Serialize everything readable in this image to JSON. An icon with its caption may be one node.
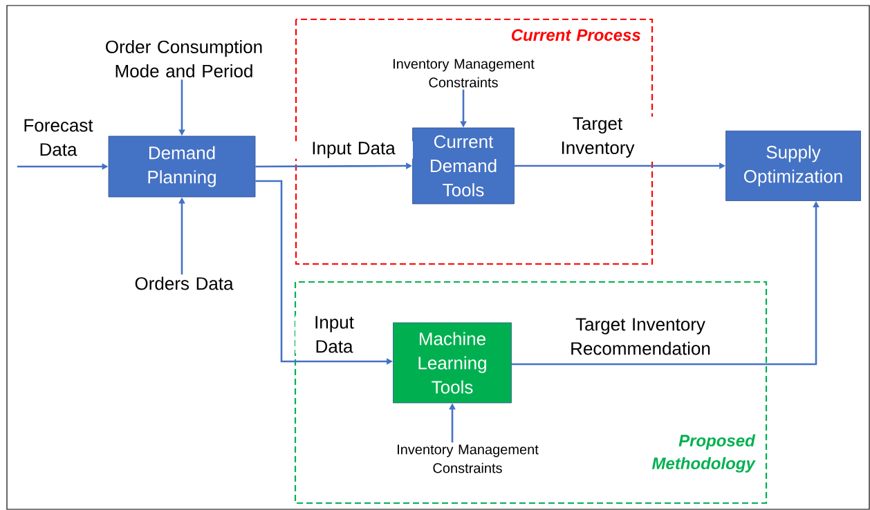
{
  "diagram": {
    "nodes": [
      {
        "text": [
          "Order Consumption Mode and Period"
        ]
      },
      {
        "text": [
          "Demand Planning"
        ]
      },
      {
        "text": [
          "Orders Data"
        ]
      },
      {
        "text": [
          "Current Process"
        ]
      },
      {
        "text": [
          "Inventory Management Constraints"
        ],
        "in": 3
      },
      {
        "text": [
          "Current Demand Tools"
        ],
        "in": 3
      },
      {
        "text": [
          "Supply Optimization"
        ]
      },
      {
        "text": [
          "Proposed Methodology"
        ]
      },
      {
        "text": [
          "Machine Learning Tools"
        ],
        "in": 7
      },
      {
        "text": [
          "Inventory Management Constraints"
        ],
        "in": 7
      }
    ],
    "edges": [
      {
        "from": null,
        "to": 1,
        "arrow": "to",
        "label": "Forecast Data"
      },
      {
        "from": 0,
        "to": 1,
        "arrow": "to"
      },
      {
        "from": 2,
        "to": 1,
        "arrow": "to"
      },
      {
        "from": 1,
        "to": 5,
        "arrow": "to",
        "label": "Input Data"
      },
      {
        "from": 5,
        "to": 6,
        "arrow": "to",
        "label": "Target Inventory"
      },
      {
        "from": 1,
        "to": 8,
        "arrow": "to",
        "label": "Input Data"
      },
      {
        "from": 8,
        "to": 6,
        "arrow": "to",
        "label": "Target Inventory Recommendation"
      },
      {
        "from": 4,
        "to": 5,
        "arrow": "to"
      },
      {
        "from": 9,
        "to": 8,
        "arrow": "to"
      }
    ]
  }
}
